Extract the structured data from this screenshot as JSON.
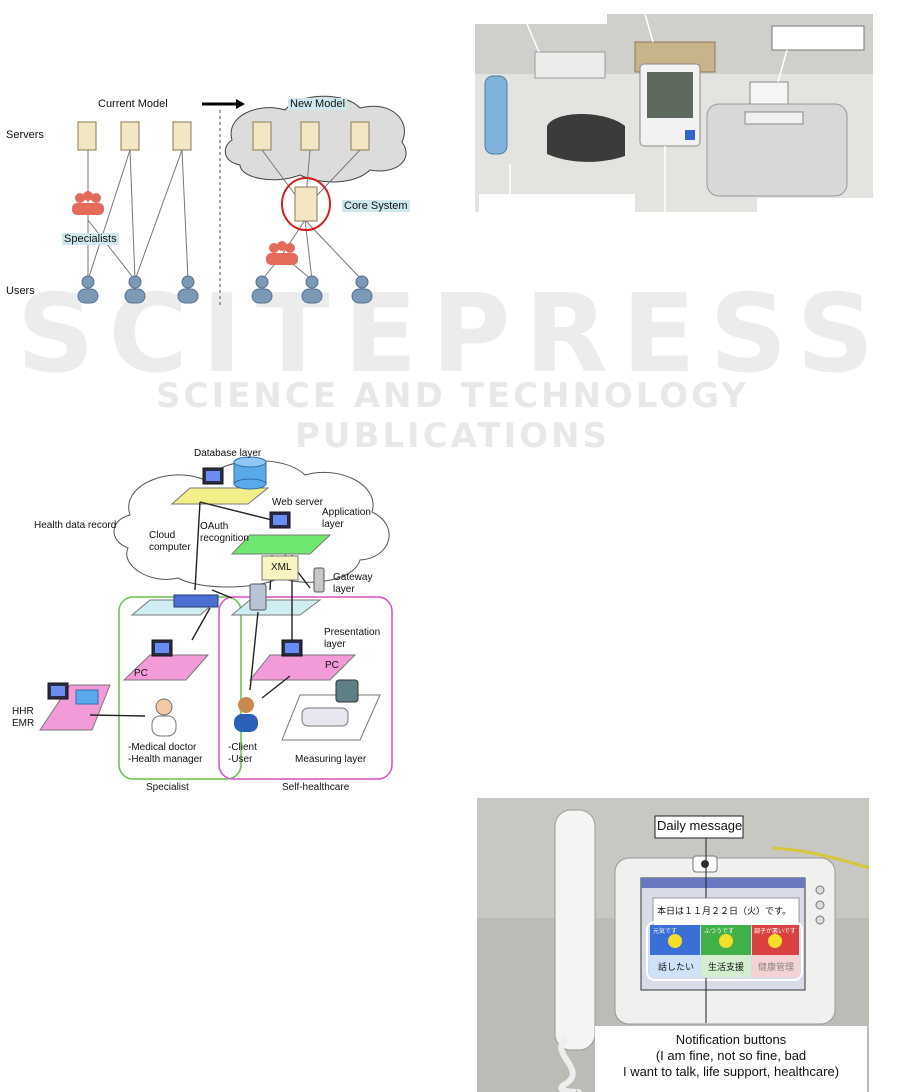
{
  "fig_model": {
    "current_model": "Current Model",
    "new_model": "New Model",
    "servers": "Servers",
    "users": "Users",
    "specialists": "Specialists",
    "core_system": "Core System"
  },
  "fig_layers": {
    "database_layer": "Database layer",
    "web_server": "Web server",
    "health_data_record": "Health data record",
    "oauth": "OAuth",
    "recognition": "recognition",
    "application": "Application",
    "layer": "layer",
    "cloud": "Cloud",
    "computer": "computer",
    "xml": "XML",
    "gateway": "Gateway",
    "presentation": "Presentation",
    "pc": "PC",
    "hhr": "HHR",
    "emr": "EMR",
    "medical_doctor": "-Medical doctor",
    "health_manager": "-Health manager",
    "client": "-Client",
    "user": "-User",
    "measuring_layer": "Measuring layer",
    "specialist": "Specialist",
    "self_healthcare": "Self-healthcare"
  },
  "fig_phone": {
    "daily_message": "Daily message",
    "screen_date": "本日は１１月２２日（火）です。",
    "btn_talk": "話したい",
    "btn_life": "生活支援",
    "btn_health": "健康管理",
    "face_labels": [
      "元気です",
      "ふつうです",
      "調子が悪いです"
    ],
    "notification_line1": "Notification buttons",
    "notification_line2": "(I am fine, not so fine, bad",
    "notification_line3": "I want to talk, life support, healthcare)"
  },
  "watermark": {
    "big": "SCITEPRESS",
    "small": "SCIENCE AND TECHNOLOGY PUBLICATIONS"
  },
  "colors": {
    "highlight": "#cfe8ee",
    "core_ring": "#d22020",
    "specialist_frame": "#6abf4b",
    "self_frame": "#d64fbf"
  }
}
